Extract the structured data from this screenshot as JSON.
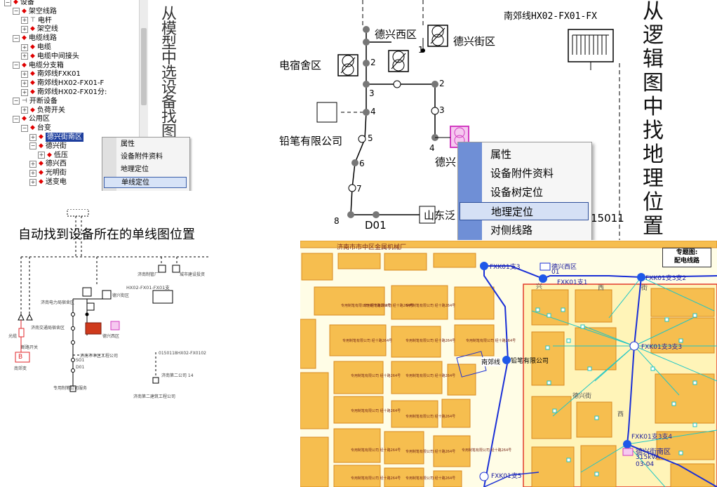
{
  "tree": {
    "items": [
      {
        "label": "设备",
        "indent": 0,
        "exp": "−",
        "icon": "diamond"
      },
      {
        "label": "架空线路",
        "indent": 1,
        "exp": "−",
        "icon": "diamond"
      },
      {
        "label": "电杆",
        "indent": 2,
        "exp": "+",
        "icon": "pole"
      },
      {
        "label": "架空线",
        "indent": 2,
        "exp": "+",
        "icon": "diamond"
      },
      {
        "label": "电缆线路",
        "indent": 1,
        "exp": "−",
        "icon": "diamond"
      },
      {
        "label": "电缆",
        "indent": 2,
        "exp": "+",
        "icon": "diamond"
      },
      {
        "label": "电缆中间接头",
        "indent": 2,
        "exp": "+",
        "icon": "diamond"
      },
      {
        "label": "电缆分支箱",
        "indent": 1,
        "exp": "−",
        "icon": "diamond"
      },
      {
        "label": "南郊线FXK01",
        "indent": 2,
        "exp": "+",
        "icon": "diamond"
      },
      {
        "label": "南郊线HX02-FX01-F",
        "indent": 2,
        "exp": "+",
        "icon": "diamond"
      },
      {
        "label": "南郊线HX02-FX01分:",
        "indent": 2,
        "exp": "+",
        "icon": "diamond"
      },
      {
        "label": "开断设备",
        "indent": 1,
        "exp": "−",
        "icon": "switch"
      },
      {
        "label": "负荷开关",
        "indent": 2,
        "exp": "+",
        "icon": "diamond"
      },
      {
        "label": "公用区",
        "indent": 1,
        "exp": "−",
        "icon": "diamond"
      },
      {
        "label": "台变",
        "indent": 2,
        "exp": "−",
        "icon": "diamond"
      },
      {
        "label": "德兴街南区",
        "indent": 3,
        "exp": "+",
        "icon": "diamond",
        "selected": true
      },
      {
        "label": "德兴街",
        "indent": 3,
        "exp": "−",
        "icon": "diamond"
      },
      {
        "label": "低压",
        "indent": 4,
        "exp": "+",
        "icon": "diamond"
      },
      {
        "label": "德兴西",
        "indent": 3,
        "exp": "+",
        "icon": "diamond"
      },
      {
        "label": "光明街",
        "indent": 3,
        "exp": "+",
        "icon": "diamond"
      },
      {
        "label": "送变电",
        "indent": 3,
        "exp": "+",
        "icon": "diamond"
      }
    ],
    "side_note": "从模型中选设备找图"
  },
  "context_menu_small": {
    "items": [
      "属性",
      "设备附件资料",
      "地理定位",
      "单线定位"
    ],
    "highlighted": "单线定位"
  },
  "logic_diagram": {
    "header_line": "南郊线HX02-FX01-FX",
    "side_note": "从逻辑图中找地理位置",
    "labels": {
      "dexing_west": "德兴西区",
      "dexing_street": "德兴街区",
      "dorm": "电宿舍区",
      "company": "铅笔有限公司",
      "shandong": "山东泛",
      "dexing_partial": "德兴",
      "d01": "D01",
      "num_15011": "15011",
      "n1": "1",
      "n2a": "2",
      "n2b": "2",
      "n3a": "3",
      "n3b": "3",
      "n4a": "4",
      "n4b": "4",
      "n5": "5",
      "n6": "6",
      "n7": "7",
      "n8": "8"
    }
  },
  "context_menu_large": {
    "items": [
      "属性",
      "设备附件资料",
      "设备树定位",
      "地理定位",
      "对侧线路"
    ],
    "highlighted": "地理定位"
  },
  "single_line": {
    "caption": "自动找到设备所在的单线图位置",
    "labels": {
      "line_name": "HX02-FX01-FX01支",
      "line_name_b": "0150118HX02-FX0102",
      "bottom1": "济南第二建筑工程公司",
      "bottom2": "专用制笔公司服务",
      "b_box": "B",
      "b_caption": "南郊变",
      "left1": "光缆",
      "left2": "断路开关",
      "top1": "济南制管厂",
      "top2": "城市建设投资",
      "mid1": "济南电力局宿舍区",
      "mid2": "德兴街区",
      "yard": "德兴西区",
      "road": "济南市中区工程公司",
      "bld": "济南交通局宿舍区",
      "misc": "济南第二公司 14",
      "d01": "D01",
      "dn": "SO1"
    }
  },
  "map": {
    "legend_line1": "专题图:",
    "legend_line2": "配电线路",
    "top_label": "济南市市中区金属机械厂",
    "labels": {
      "fxk01_3": "FXK01支3",
      "dexing_xq": "德兴西区",
      "n01": "01",
      "fxk01_1": "FXK01支1",
      "fxk01_2": "FXK01支3支2",
      "fxk01_3b": "FXK01支3支3",
      "nanjiao": "南郊线",
      "company": "铅笔有限公司",
      "fxk01_4": "FXK01支3支4",
      "dexing_nq": "德兴街南区",
      "kva": "315kVA",
      "code": "03-04",
      "fxk01_5": "FXK01支5",
      "street1": "兴",
      "street2": "西",
      "street3": "街",
      "street4": "德兴街",
      "street5": "西"
    },
    "building_label": "专用制笔有限公司\n经十路264号",
    "building_label_alt": "市制笔有限公司",
    "colors": {
      "building": "#f6be4f",
      "building_edge": "#d88a22",
      "road": "#fffbe6",
      "line": "#1a2fd6",
      "cable": "#1fc6c6"
    }
  }
}
